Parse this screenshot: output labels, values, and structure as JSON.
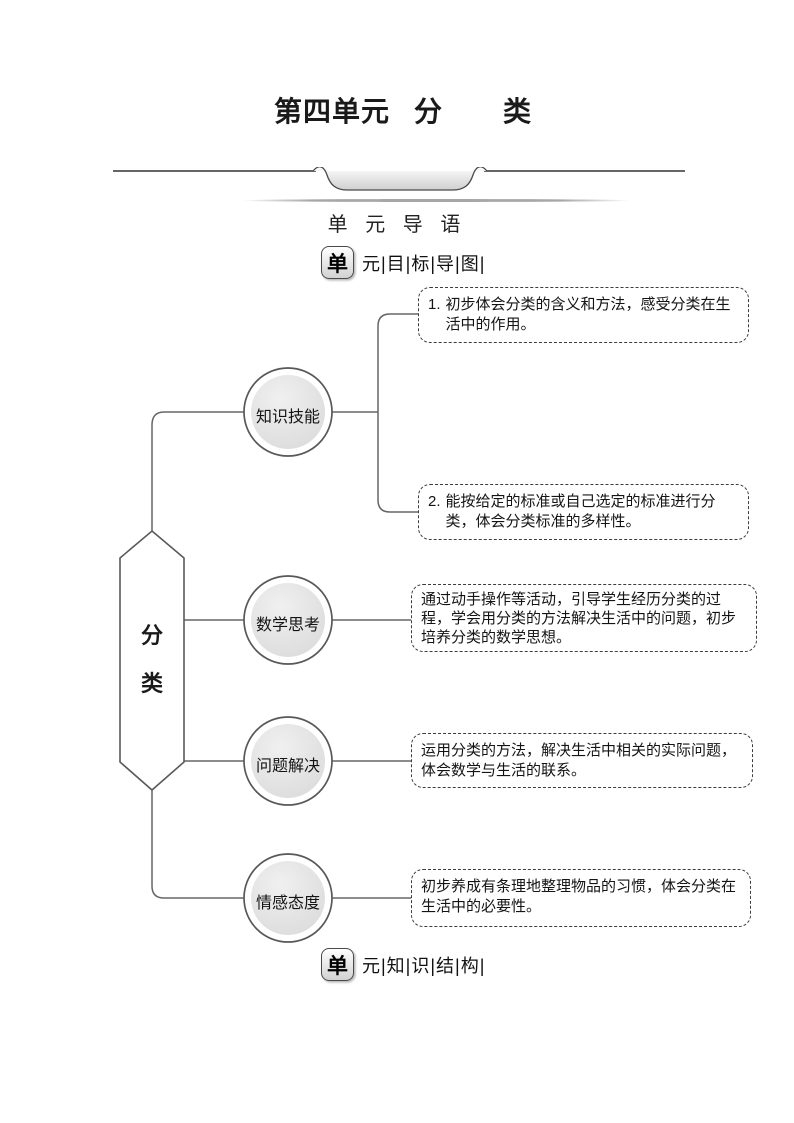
{
  "page": {
    "title": {
      "part1": "第四单元",
      "part2": "分",
      "part3": "类"
    },
    "subtitle": "单 元 导 语",
    "section_header_top": {
      "badge": "单",
      "label": "元|目|标|导|图|"
    },
    "section_header_bottom": {
      "badge": "单",
      "label": "元|知|识|结|构|"
    }
  },
  "diagram": {
    "root": {
      "char1": "分",
      "char2": "类"
    },
    "branches": [
      {
        "label": "知识技能"
      },
      {
        "label": "数学思考"
      },
      {
        "label": "问题解决"
      },
      {
        "label": "情感态度"
      }
    ],
    "goals": [
      {
        "num": "1.",
        "text": "初步体会分类的含义和方法，感受分类在生活中的作用。"
      },
      {
        "num": "2.",
        "text": "能按给定的标准或自己选定的标准进行分类，体会分类标准的多样性。"
      },
      {
        "num": "",
        "text": "通过动手操作等活动，引导学生经历分类的过程，学会用分类的方法解决生活中的问题，初步培养分类的数学思想。"
      },
      {
        "num": "",
        "text": "运用分类的方法，解决生活中相关的实际问题，体会数学与生活的联系。"
      },
      {
        "num": "",
        "text": "初步养成有条理地整理物品的习惯，体会分类在生活中的必要性。"
      }
    ],
    "colors": {
      "line": "#666666",
      "circle_fill": "#e4e4e4",
      "text": "#1a1a1a"
    }
  }
}
